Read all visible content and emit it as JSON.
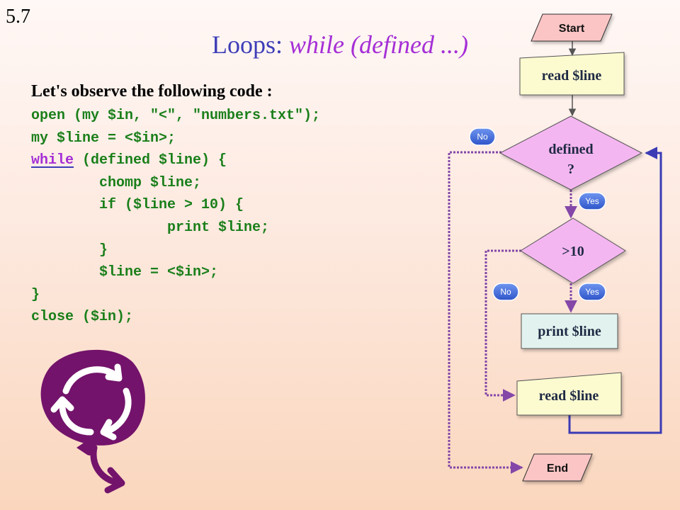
{
  "slide_number": "5.7",
  "title": {
    "prefix": "Loops: ",
    "keyword": "while (defined ...)"
  },
  "intro": "Let's observe the following code :",
  "code": {
    "line1": "open (my $in, \"<\", \"numbers.txt\");",
    "line2": "my $line = <$in>;",
    "line3_keyword": "while",
    "line3_rest": " (defined $line) {",
    "line4": "        chomp $line;",
    "line5": "        if ($line > 10) {",
    "line6": "                print $line;",
    "line7": "        }",
    "line8": "        $line = <$in>;",
    "line9": "}",
    "line10": "close ($in);"
  },
  "flowchart": {
    "start": "Start",
    "read1": "read $line",
    "defined_line1": "defined",
    "defined_line2": "?",
    "gt10": ">10",
    "print": "print $line",
    "read2": "read $line",
    "end": "End",
    "no_defined": "No",
    "yes_defined": "Yes",
    "no_gt10": "No",
    "yes_gt10": "Yes"
  },
  "colors": {
    "title": "#3d3db8",
    "keyword": "#a52fd6",
    "code": "#1a7f1a",
    "terminal_fill": "#fbc5c5",
    "process_fill": "#fcfbd0",
    "decision_fill": "#f4b6f1",
    "print_fill": "#e2f3ef",
    "dotted_arrow": "#8447a8",
    "loop_arrow": "#3b3bb5",
    "pill": "#3b62d6",
    "logo": "#73136b"
  }
}
